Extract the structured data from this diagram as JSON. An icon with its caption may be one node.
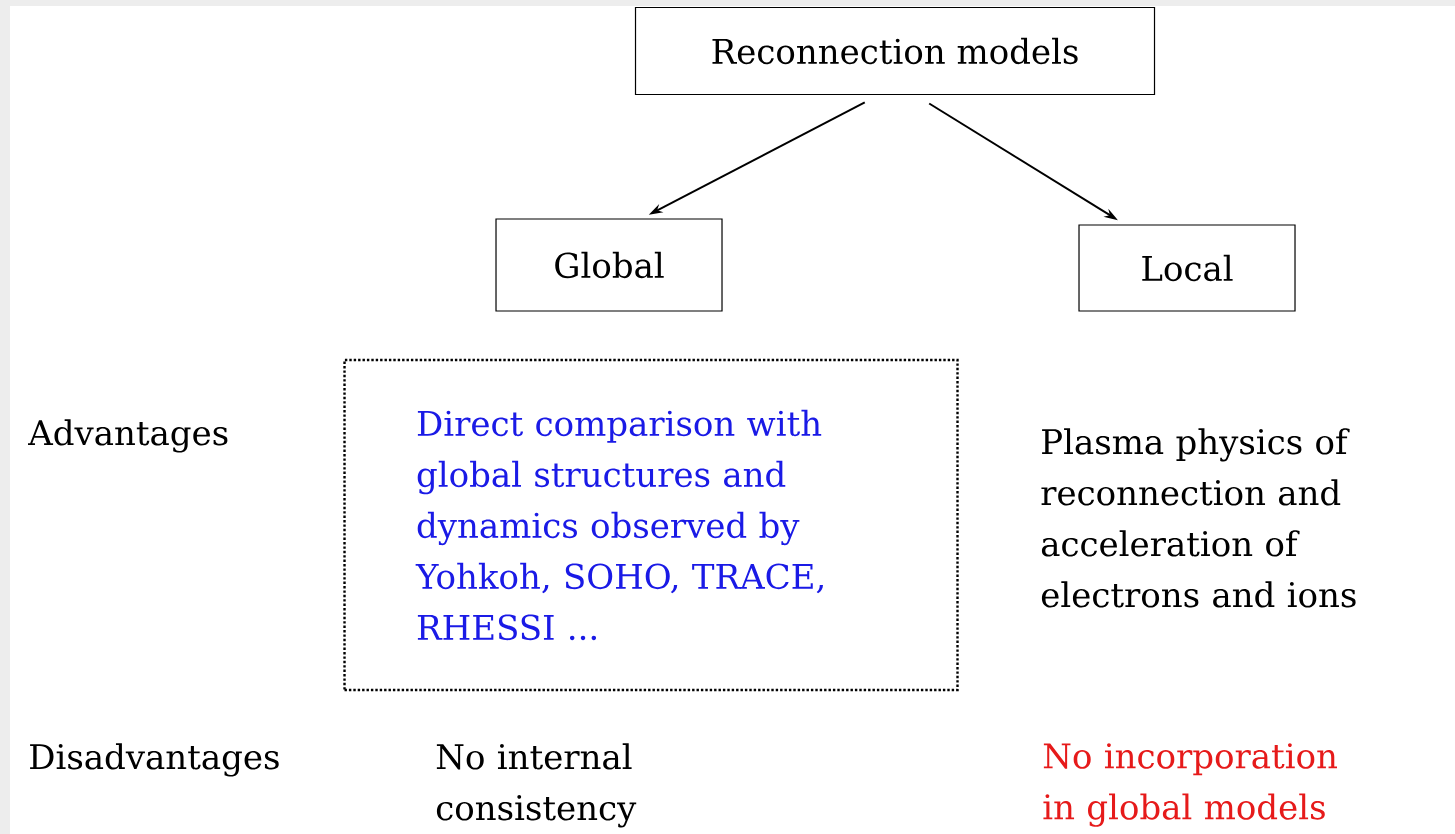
{
  "diagram": {
    "nodes": [
      {
        "text": [
          "Reconnection models"
        ]
      },
      {
        "text": [
          "Global"
        ]
      },
      {
        "text": [
          "Local"
        ]
      },
      {
        "text": [
          "Direct comparison with global structures and dynamics observed by Yohkoh, SOHO, TRACE, RHESSI ..."
        ]
      }
    ],
    "edges": [
      {
        "from": 0,
        "to": 1,
        "arrow": "to"
      },
      {
        "from": 0,
        "to": 2,
        "arrow": "to"
      }
    ],
    "labels": [
      "Advantages",
      "Plasma physics of reconnection and acceleration of electrons and ions",
      "Disadvantages",
      "No internal consistency",
      "No incorporation in global models"
    ]
  }
}
